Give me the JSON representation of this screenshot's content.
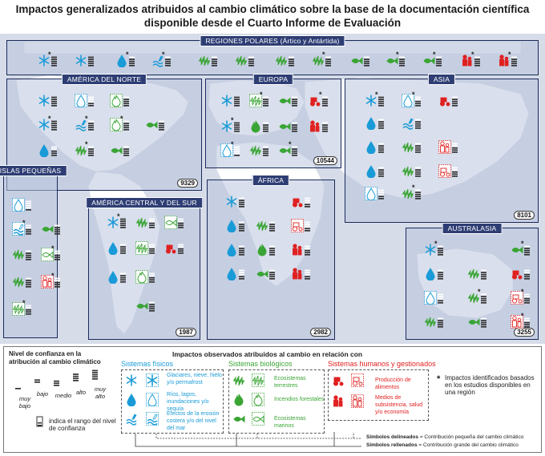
{
  "title_line1": "Impactos generalizados atribuidos al cambio climático sobre la base de la documentación científica",
  "title_line2": "disponible desde el Cuarto Informe de Evaluación",
  "colors": {
    "physical": "#1a9bd7",
    "biological": "#3aa535",
    "human": "#e02020",
    "panel_label_bg": "#2e3e74"
  },
  "regions": {
    "polar": {
      "label": "REGIONES POLARES (Ártico y Antártida)"
    },
    "north_america": {
      "label": "AMÉRICA DEL NORTE",
      "count": "9329"
    },
    "europe": {
      "label": "EUROPA",
      "count": "10544"
    },
    "asia": {
      "label": "ASIA",
      "count": "8101"
    },
    "small_islands": {
      "label": "ISLAS PEQUEÑAS"
    },
    "central_south_america": {
      "label": "AMÉRICA CENTRAL Y DEL SUR",
      "count": "1987"
    },
    "africa": {
      "label": "ÁFRICA",
      "count": "2982"
    },
    "australasia": {
      "label": "AUSTRALASIA",
      "count": "3255"
    }
  },
  "legend": {
    "confidence_title": "Nivel de confianza en la atribución al cambio climático",
    "confidence_levels": [
      "muy bajo",
      "bajo",
      "medio",
      "alto",
      "muy alto"
    ],
    "range_note": "indica el rango del nivel de confianza",
    "observed_title": "Impactos observados atribuidos al cambio en relación con",
    "physical_title": "Sistemas físicos",
    "physical_items": [
      "Glaciares, nieve, hielo y/o permafrost",
      "Ríos, lagos, inundaciones y/o sequía",
      "Efectos de la erosión costera y/o del nivel del mar"
    ],
    "biological_title": "Sistemas biológicos",
    "biological_items": [
      "Ecosistemas terrestres",
      "Incendios forestales",
      "Ecosistemas marinos"
    ],
    "human_title": "Sistemas humanos y gestionados",
    "human_items": [
      "Producción de alimentos",
      "Medios de subsistencia, salud y/o economía"
    ],
    "star_note": "Impactos identificados basados en los estudios disponibles en una región",
    "outlined_note_bold": "Símbolos delineados",
    "outlined_note": "= Contribución pequeña del cambio climático",
    "filled_note_bold": "Símbolos rellenados",
    "filled_note": "= Contribución grande del cambio climático"
  }
}
